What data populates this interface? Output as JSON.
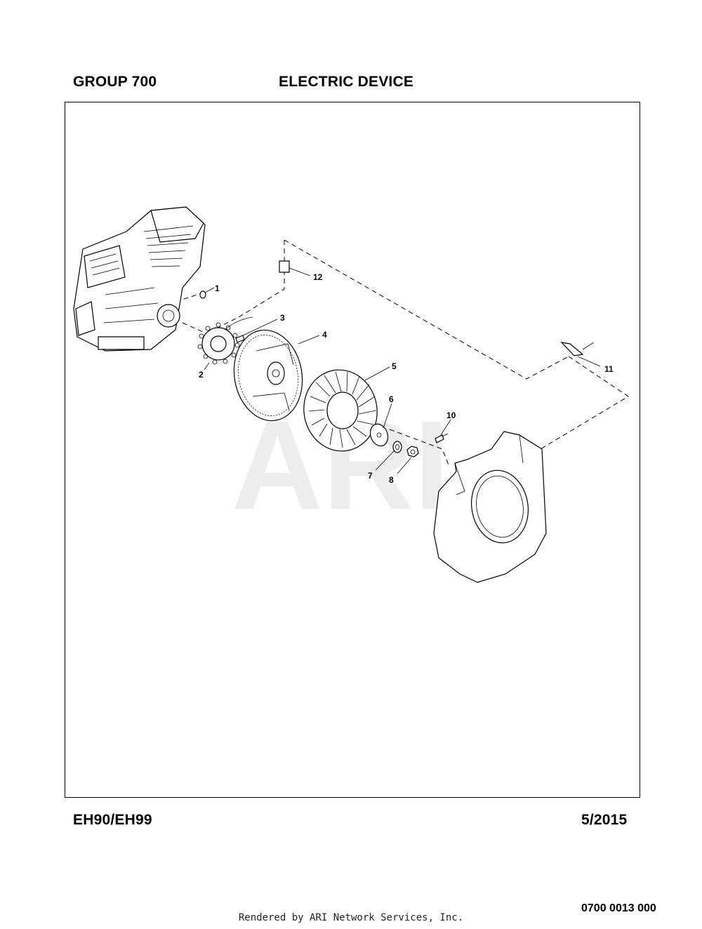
{
  "header": {
    "group": "GROUP 700",
    "section": "ELECTRIC DEVICE"
  },
  "footer": {
    "model": "EH90/EH99",
    "date": "5/2015",
    "doc_number": "0700 0013 000",
    "rendered_by": "Rendered by ARI Network Services, Inc."
  },
  "watermark": "ARI",
  "callouts": [
    "1",
    "2",
    "3",
    "4",
    "5",
    "6",
    "7",
    "8",
    "10",
    "11",
    "12"
  ],
  "colors": {
    "line": "#000000",
    "watermark": "#ededed",
    "background": "#ffffff"
  }
}
